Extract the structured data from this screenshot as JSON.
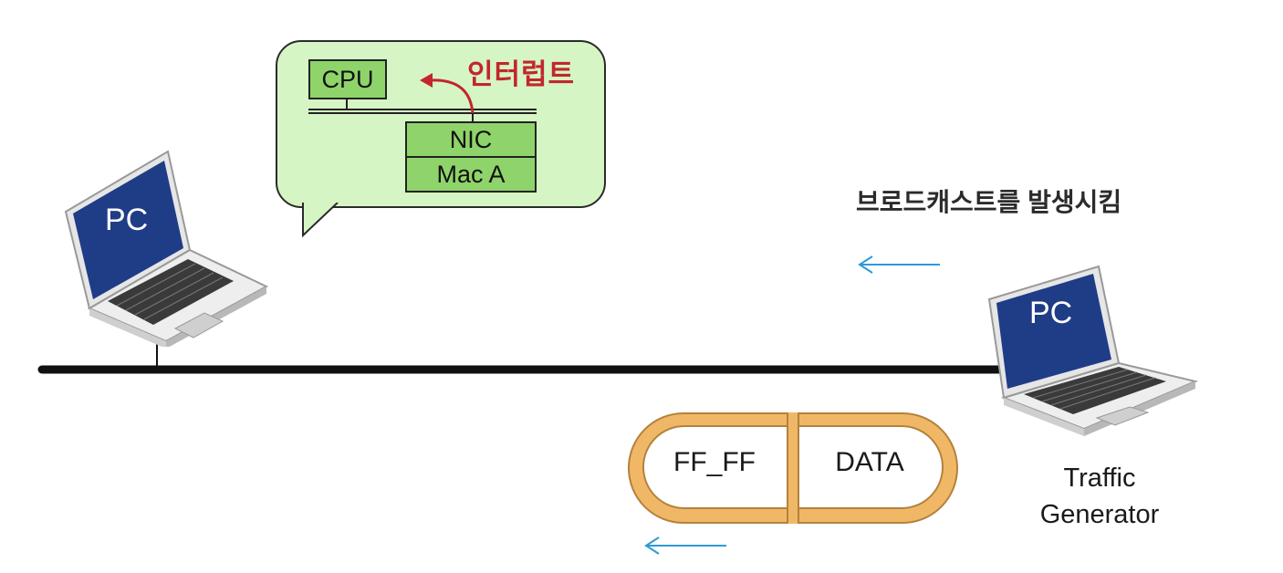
{
  "bubble": {
    "cpu_label": "CPU",
    "nic_label": "NIC",
    "mac_label": "Mac A",
    "interrupt_label": "인터럽트"
  },
  "broadcast_text": "브로드캐스트를 발생시킴",
  "left_pc": {
    "screen_label": "PC"
  },
  "right_pc": {
    "screen_label": "PC",
    "caption_line1": "Traffic",
    "caption_line2": "Generator"
  },
  "packet": {
    "dest_label": "FF_FF",
    "payload_label": "DATA"
  },
  "colors": {
    "bubble_fill": "#d6f5c4",
    "box_fill": "#8fd46a",
    "interrupt_red": "#c1272d",
    "arrow_blue": "#2e9ad8",
    "packet_orange": "#f0b866",
    "screen_navy": "#1f3c86"
  },
  "icons": [
    "laptop-icon",
    "arrow-left-icon",
    "curved-arrow-icon"
  ]
}
